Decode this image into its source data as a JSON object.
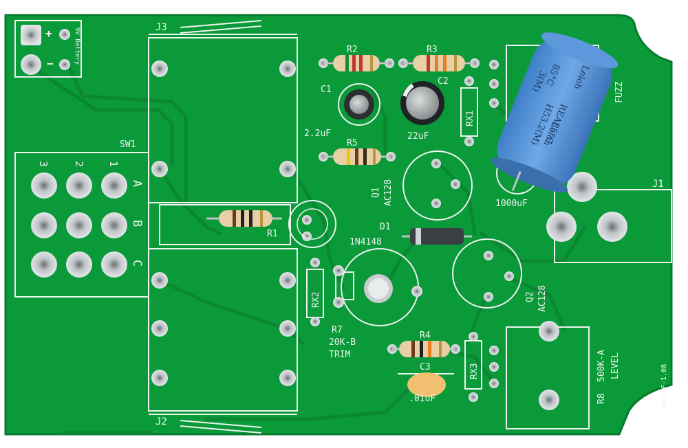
{
  "colors": {
    "board": "#0a9a3a",
    "board_dark": "#077a2c",
    "trace": "#0b8733",
    "silkscreen": "#eef3ee",
    "pad": "#c9ccd0",
    "resistor_body": "#e8cfa6",
    "capacitor_blue": "#4d8fd6"
  },
  "labels": {
    "battery": "9V Battery",
    "plus": "+",
    "minus": "−",
    "j3": "J3",
    "j2": "J2",
    "j1": "J1",
    "sw1": "SW1",
    "pos3": "3",
    "pos2": "2",
    "pos1": "1",
    "rowA": "A",
    "rowB": "B",
    "rowC": "C",
    "r1": "R1",
    "r2": "R2",
    "r3": "R3",
    "r4": "R4",
    "r5": "R5",
    "r7": "R7",
    "r7_value": "20K-B",
    "trim": "TRIM",
    "r8": "R8",
    "r8_value": "500K-A",
    "level": "LEVEL",
    "c1": "C1",
    "c1_value": "2.2uF",
    "c2": "C2",
    "c2_value": "22uF",
    "c3": "C3",
    "c3_value": ".01uF",
    "c4_value": "1000uF",
    "d1": "D1",
    "d1_value": "1N4148",
    "q1": "Q1",
    "q1_value": "AC128",
    "q2": "Q2",
    "q2_value": "AC128",
    "rx1": "RX1",
    "rx2": "RX2",
    "rx3": "RX3",
    "fuzz": "FUZZ",
    "board_id": "001-FF-1.08",
    "cap_brand": "Leloh",
    "cap_rating": "REA85°C",
    "cap_rating_alt": "85°C",
    "cap_series": "H53.2(M)",
    "cap_series_alt": "3(M)"
  }
}
